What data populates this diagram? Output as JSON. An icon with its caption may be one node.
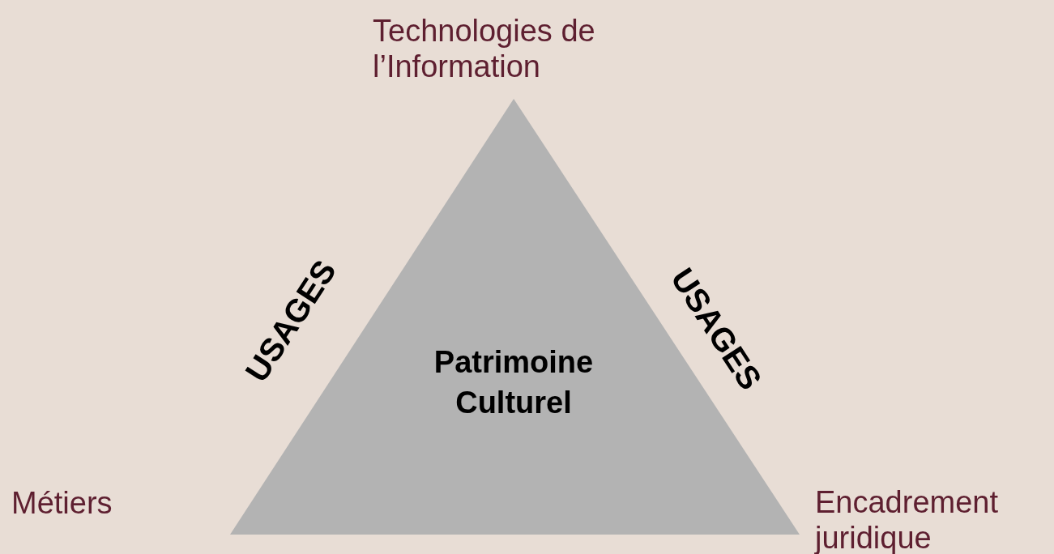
{
  "diagram": {
    "nodes": [
      {
        "text": [
          "Patrimoine Culturel"
        ]
      }
    ],
    "labels": [
      "Technologies de l’Information",
      "USAGES",
      "USAGES",
      "Métiers",
      "Encadrement juridique"
    ]
  }
}
